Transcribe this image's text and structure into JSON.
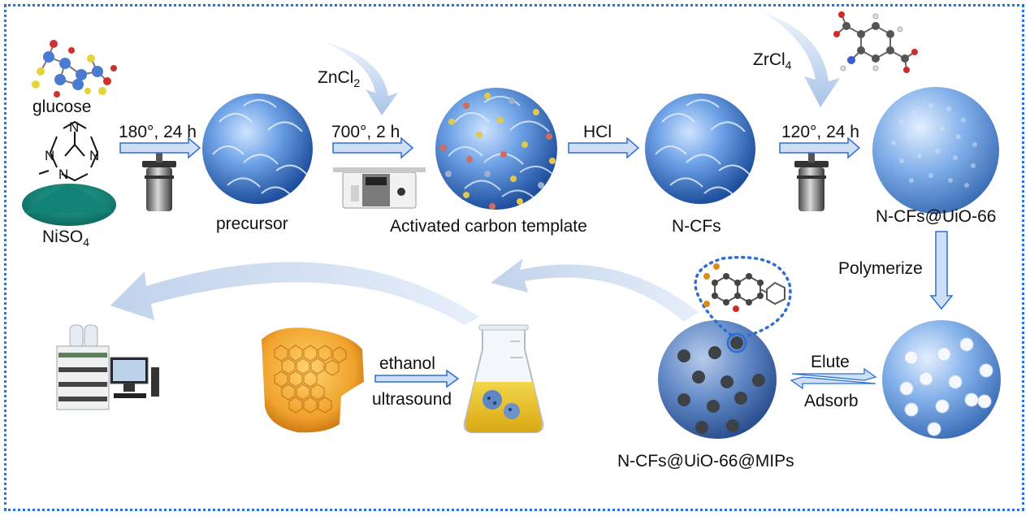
{
  "reagents": {
    "glucose": "glucose",
    "nickel_sulfate": "NiSO",
    "nickel_sulfate_subscript": "4"
  },
  "steps": {
    "step1": "180°, 24 h",
    "step2_reagent": "ZnCl",
    "step2_reagent_subscript": "2",
    "step2": "700°, 2 h",
    "step3": "HCl",
    "step4_reagent": "ZrCl",
    "step4_reagent_subscript": "4",
    "step4": "120°, 24 h",
    "polymerize": "Polymerize",
    "elute": "Elute",
    "adsorb": "Adsorb",
    "extract_solvent": "ethanol",
    "extract_method": "ultrasound"
  },
  "products": {
    "precursor": "precursor",
    "template": "Activated carbon template",
    "ncfs": "N-CFs",
    "ncfs_uio": "N-CFs@UiO-66",
    "ncfs_uio_mips": "N-CFs@UiO-66@MIPs"
  },
  "colors": {
    "frame": "#2f6fd0",
    "arrow_fill": "#cfe0f6",
    "arrow_stroke": "#2f6fd0",
    "flower": "#5b8fd8",
    "honeycomb": "#f2a23a"
  }
}
